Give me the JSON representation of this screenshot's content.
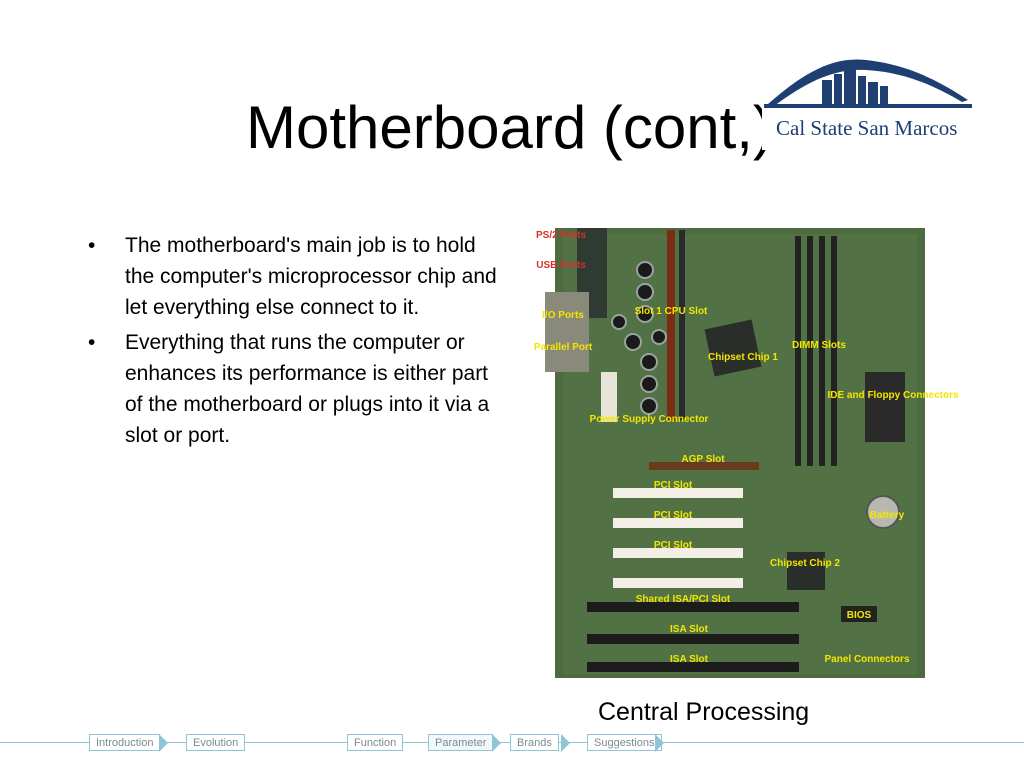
{
  "slide": {
    "title": "Motherboard (cont,)",
    "bullets": [
      "The motherboard's main job is to hold the computer's microprocessor chip and let everything else connect to it.",
      "Everything that runs the computer or enhances its performance is either part of the motherboard or plugs into it via a slot or port."
    ],
    "caption": "Central Processing"
  },
  "logo": {
    "text": "Cal State San Marcos"
  },
  "motherboard_labels": {
    "ps2": "PS/2 Ports",
    "usb": "USB Ports",
    "io": "I/O Ports",
    "parallel": "Parallel Port",
    "slot1": "Slot 1 CPU Slot",
    "chipset1": "Chipset Chip 1",
    "dimm": "DIMM Slots",
    "ide": "IDE and Floppy Connectors",
    "power": "Power Supply Connector",
    "agp": "AGP Slot",
    "pci1": "PCI Slot",
    "pci2": "PCI Slot",
    "pci3": "PCI Slot",
    "battery": "Battery",
    "chipset2": "Chipset Chip 2",
    "shared": "Shared ISA/PCI Slot",
    "bios": "BIOS",
    "isa1": "ISA Slot",
    "isa2": "ISA Slot",
    "panel": "Panel Connectors"
  },
  "nav": [
    "Introduction",
    "Evolution",
    "Function",
    "Parameter",
    "Brands",
    "Suggestions"
  ],
  "nav_active": "Parameter",
  "colors": {
    "title": "#000000",
    "logo_blue": "#1f3f73",
    "nav_line": "#8fc6d6",
    "board_green": "#4a6a3a",
    "label_yellow": "#f2e600"
  }
}
